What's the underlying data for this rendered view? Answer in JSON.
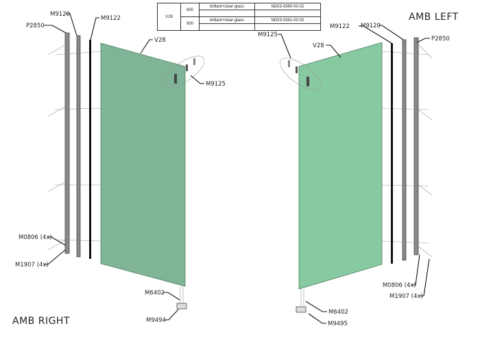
{
  "spec_table": {
    "model": "V28",
    "rows": [
      {
        "size": "800",
        "glass": "brillant+clear glass",
        "code": "ND03-0360-00-02"
      },
      {
        "size": "900",
        "glass": "brillant+clear glass",
        "code": "ND03-0361-00-02"
      }
    ]
  },
  "right_view": {
    "title": "AMB RIGHT",
    "labels": {
      "p2850": "P2850",
      "m9120": "M9120",
      "m9122": "M9122",
      "v28": "V28",
      "m9125": "M9125",
      "m0806": "M0806 (4x)",
      "m1907": "M1907 (4x)",
      "m6402": "M6402",
      "m9494": "M9494"
    }
  },
  "left_view": {
    "title": "AMB LEFT",
    "labels": {
      "p2850": "P2850",
      "m9120": "M9120",
      "m9122": "M9122",
      "v28": "V28",
      "m9125": "M9125",
      "m0806": "M0806 (4x)",
      "m1907": "M1907 (4x)",
      "m6402": "M6402",
      "m9495": "M9495"
    }
  },
  "colors": {
    "glass_right": "#7fb596",
    "glass_left": "#87c9a1",
    "profile": "#8a8a8a",
    "seal": "#111111"
  }
}
